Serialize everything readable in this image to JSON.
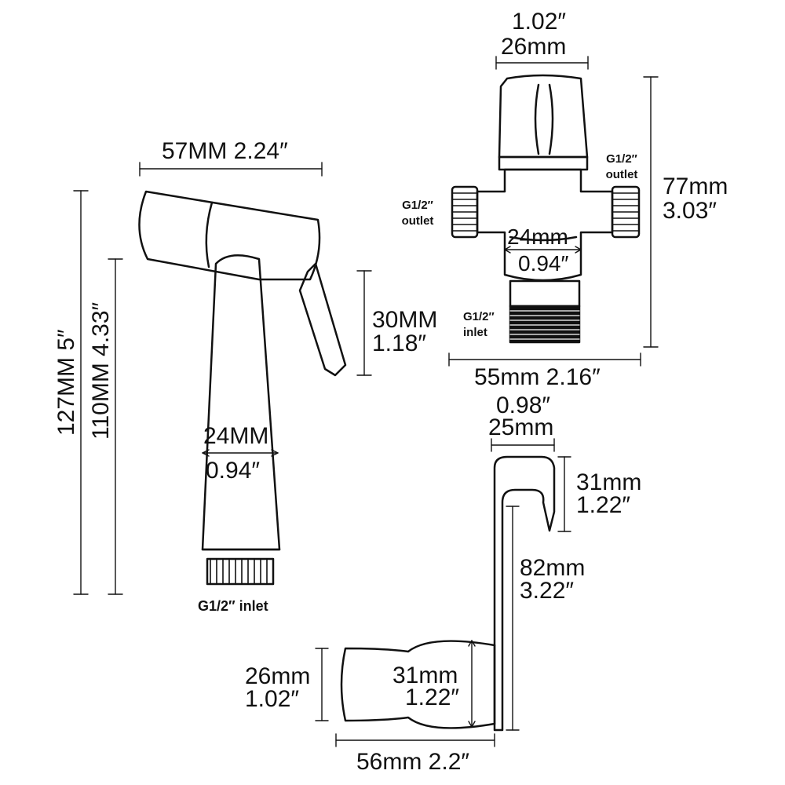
{
  "sprayer": {
    "width_label": "57MM 2.24″",
    "total_height_label": "127MM 5″",
    "body_height_label": "110MM 4.33″",
    "trigger_height_mm": "30MM",
    "trigger_height_in": "1.18″",
    "diameter_mm": "24MM",
    "diameter_in": "0.94″",
    "inlet_label": "G1/2″ inlet"
  },
  "valve": {
    "top_width_in": "1.02″",
    "top_width_mm": "26mm",
    "height_mm": "77mm",
    "height_in": "3.03″",
    "right_outlet_label": "G1/2″ outlet",
    "left_outlet_label": "G1/2″ outlet",
    "body_width_mm": "24mm",
    "body_width_in": "0.94″",
    "inlet_label": "G1/2″ inlet",
    "total_width_label": "55mm 2.16″"
  },
  "holder": {
    "hook_width_in": "0.98″",
    "hook_width_mm": "25mm",
    "hook_depth_mm": "31mm",
    "hook_depth_in": "1.22″",
    "height_mm": "82mm",
    "height_in": "3.22″",
    "cradle_outer_mm": "26mm",
    "cradle_outer_in": "1.02″",
    "cradle_inner_mm": "31mm",
    "cradle_inner_in": "1.22″",
    "depth_label": "56mm 2.2″"
  },
  "colors": {
    "line": "#111111",
    "background": "#ffffff"
  }
}
